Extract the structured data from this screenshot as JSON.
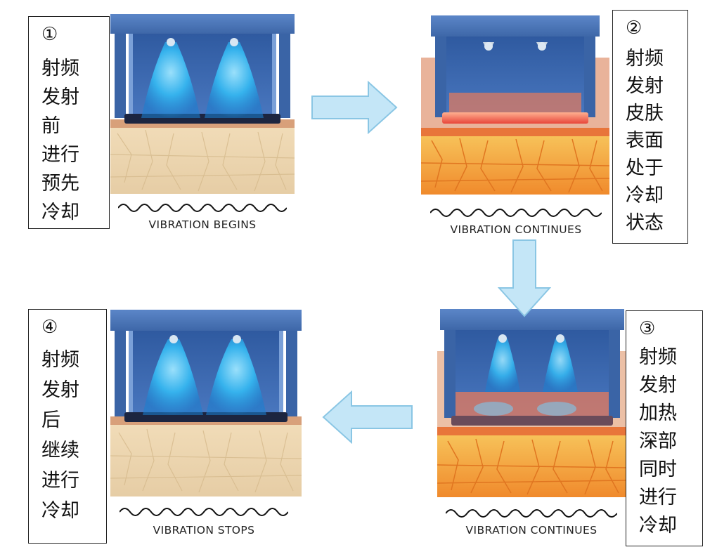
{
  "steps": [
    {
      "num": "①",
      "lines": [
        "射频",
        "发射",
        "前",
        "进行",
        "预先",
        "冷却"
      ],
      "caption": "VIBRATION BEGINS"
    },
    {
      "num": "②",
      "lines": [
        "射频",
        "发射",
        "皮肤",
        "表面",
        "处于",
        "冷却",
        "状态"
      ],
      "caption": "VIBRATION CONTINUES"
    },
    {
      "num": "③",
      "lines": [
        "射频",
        "发射",
        "加热",
        "深部",
        "同时",
        "进行",
        "冷却"
      ],
      "caption": "VIBRATION CONTINUES"
    },
    {
      "num": "④",
      "lines": [
        "射频",
        "发射",
        "后",
        "继续",
        "进行",
        "冷却"
      ],
      "caption": "VIBRATION STOPS"
    }
  ],
  "colors": {
    "frame": "#3d6db0",
    "spray": "#2fa8e8",
    "heat": "#f08a2c",
    "skin": "#e9c9a0",
    "arrow": "#bfe4f6",
    "arrow_stroke": "#7fbfe0"
  }
}
